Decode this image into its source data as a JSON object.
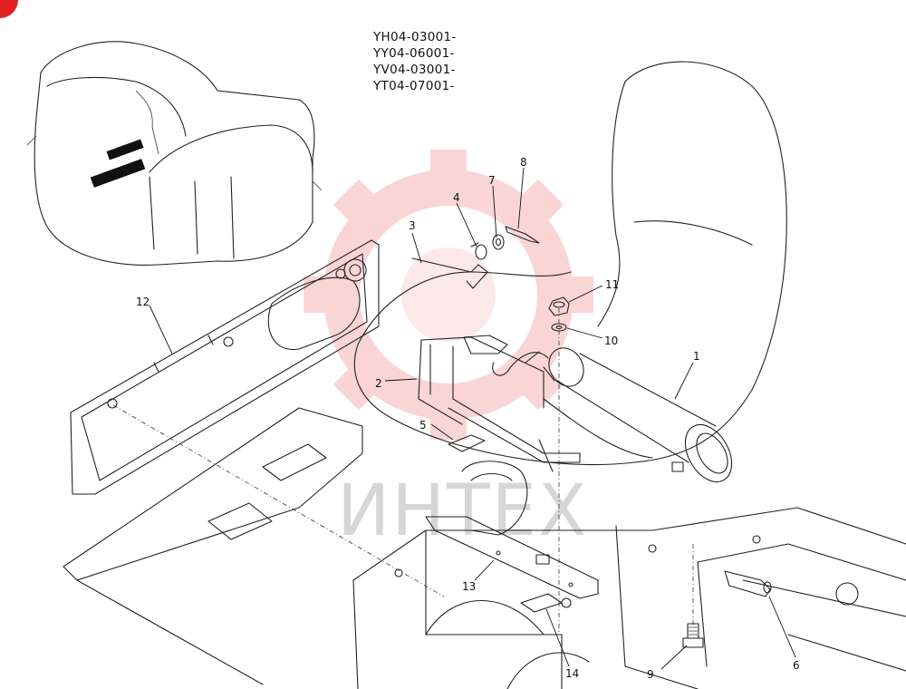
{
  "serial_numbers": [
    "YH04-03001-",
    "YY04-06001-",
    "YV04-03001-",
    "YT04-07001-"
  ],
  "callouts": [
    {
      "num": "1"
    },
    {
      "num": "2"
    },
    {
      "num": "3"
    },
    {
      "num": "4"
    },
    {
      "num": "5"
    },
    {
      "num": "6"
    },
    {
      "num": "7"
    },
    {
      "num": "8"
    },
    {
      "num": "9"
    },
    {
      "num": "10"
    },
    {
      "num": "11"
    },
    {
      "num": "12"
    },
    {
      "num": "13"
    },
    {
      "num": "14"
    }
  ],
  "watermark": {
    "text": "ИНТЕХ",
    "color": "#f08080"
  },
  "colors": {
    "line": "#222222",
    "watermark_gear": "#f6b3b3",
    "corner_badge": "#e02020"
  }
}
